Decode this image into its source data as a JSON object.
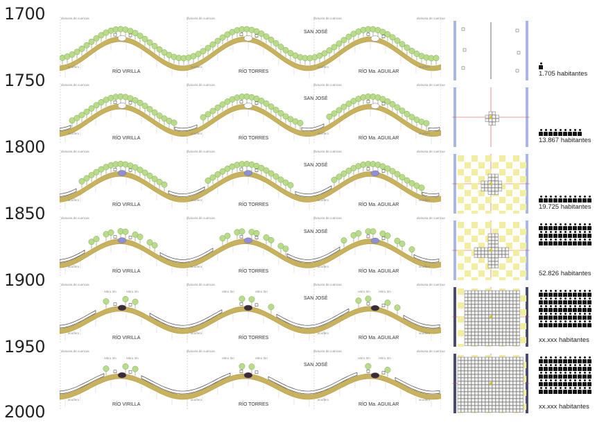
{
  "years": [
    "1700",
    "1750",
    "1800",
    "1850",
    "1900",
    "1950",
    "2000"
  ],
  "labels": {
    "city": "SAN JOSÉ",
    "river1": "RÍO VIRILLA",
    "river2": "RÍO TORRES",
    "river3": "RÍO Ma. AGUILAR",
    "divide": "divisoria de cuencas",
    "aquifer": "acuífero",
    "setback": "retiro 3m"
  },
  "rows": [
    {
      "period": "1700–1750",
      "population": "1.705 habitantes",
      "people_rows": 1,
      "people_per_row": 1,
      "urban_level": 0
    },
    {
      "period": "1750–1800",
      "population": "13.867 habitantes",
      "people_rows": 1,
      "people_per_row": 9,
      "urban_level": 0.15
    },
    {
      "period": "1800–1850",
      "population": "19.725 habitantes",
      "people_rows": 1,
      "people_per_row": 11,
      "urban_level": 0.3
    },
    {
      "period": "1850–1900",
      "population": "52.826 habitantes",
      "people_rows": 3,
      "people_per_row": 11,
      "urban_level": 0.5
    },
    {
      "period": "1900–1950",
      "population": "xx.xxx habitantes",
      "people_rows": 5,
      "people_per_row": 11,
      "urban_level": 0.75
    },
    {
      "period": "1950–2000",
      "population": "xx.xxx habitantes",
      "people_rows": 5,
      "people_per_row": 11,
      "urban_level": 0.95
    }
  ],
  "colors": {
    "soil": "#c9b25c",
    "soil_dark": "#b39a44",
    "tree": "#b8dc8a",
    "tree_edge": "#7da84c",
    "river_light": "#c8d8f0",
    "river_dark": "#3a2a3a",
    "plan_yellow": "#f2eea0",
    "plan_border": "#a8b8e0",
    "axis_red": "#e04040"
  }
}
